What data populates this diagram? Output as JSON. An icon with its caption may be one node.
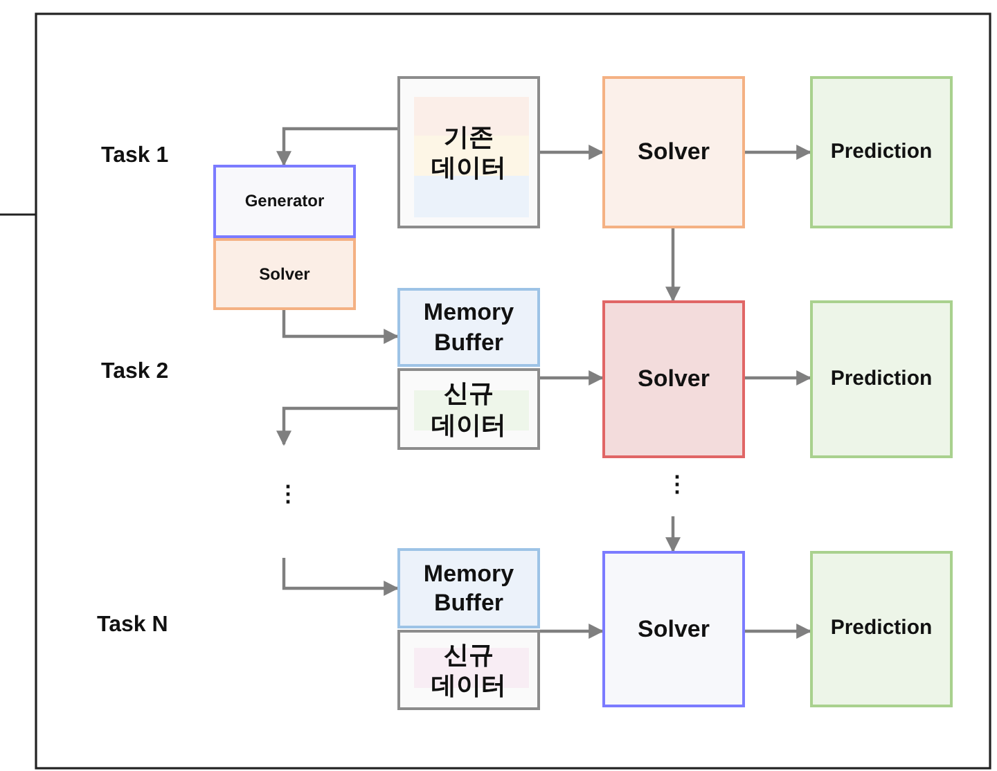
{
  "diagram": {
    "nodes": [
      {
        "text": [
          "기존 데이터"
        ]
      },
      {
        "text": [
          "Solver"
        ]
      },
      {
        "text": [
          "Prediction"
        ]
      },
      {
        "text": [
          "Generator"
        ]
      },
      {
        "text": [
          "Solver"
        ]
      },
      {
        "text": [
          "Memory Buffer"
        ]
      },
      {
        "text": [
          "신규 데이터"
        ]
      },
      {
        "text": [
          "Solver"
        ]
      },
      {
        "text": [
          "Prediction"
        ]
      },
      {
        "text": [
          "Memory Buffer"
        ]
      },
      {
        "text": [
          "신규 데이터"
        ]
      },
      {
        "text": [
          "Solver"
        ]
      },
      {
        "text": [
          "Prediction"
        ]
      }
    ],
    "edges": [
      {
        "from": 0,
        "to": 3,
        "arrow": "to"
      },
      {
        "from": 0,
        "to": 1,
        "arrow": "to"
      },
      {
        "from": 1,
        "to": 2,
        "arrow": "to"
      },
      {
        "from": 1,
        "to": 7,
        "arrow": "to"
      },
      {
        "from": 4,
        "to": 5,
        "arrow": "to"
      },
      {
        "from": 6,
        "to": null,
        "arrow": "to"
      },
      {
        "from": null,
        "to": 9,
        "arrow": "to"
      },
      {
        "from": 6,
        "to": 7,
        "arrow": "to"
      },
      {
        "from": 7,
        "to": 8,
        "arrow": "to"
      },
      {
        "from": null,
        "to": 11,
        "arrow": "to"
      },
      {
        "from": 10,
        "to": 11,
        "arrow": "to"
      },
      {
        "from": 11,
        "to": 12,
        "arrow": "to"
      }
    ],
    "labels": [
      "Task 1",
      "Task 2",
      "⋮",
      "⋮",
      "Task N"
    ]
  }
}
